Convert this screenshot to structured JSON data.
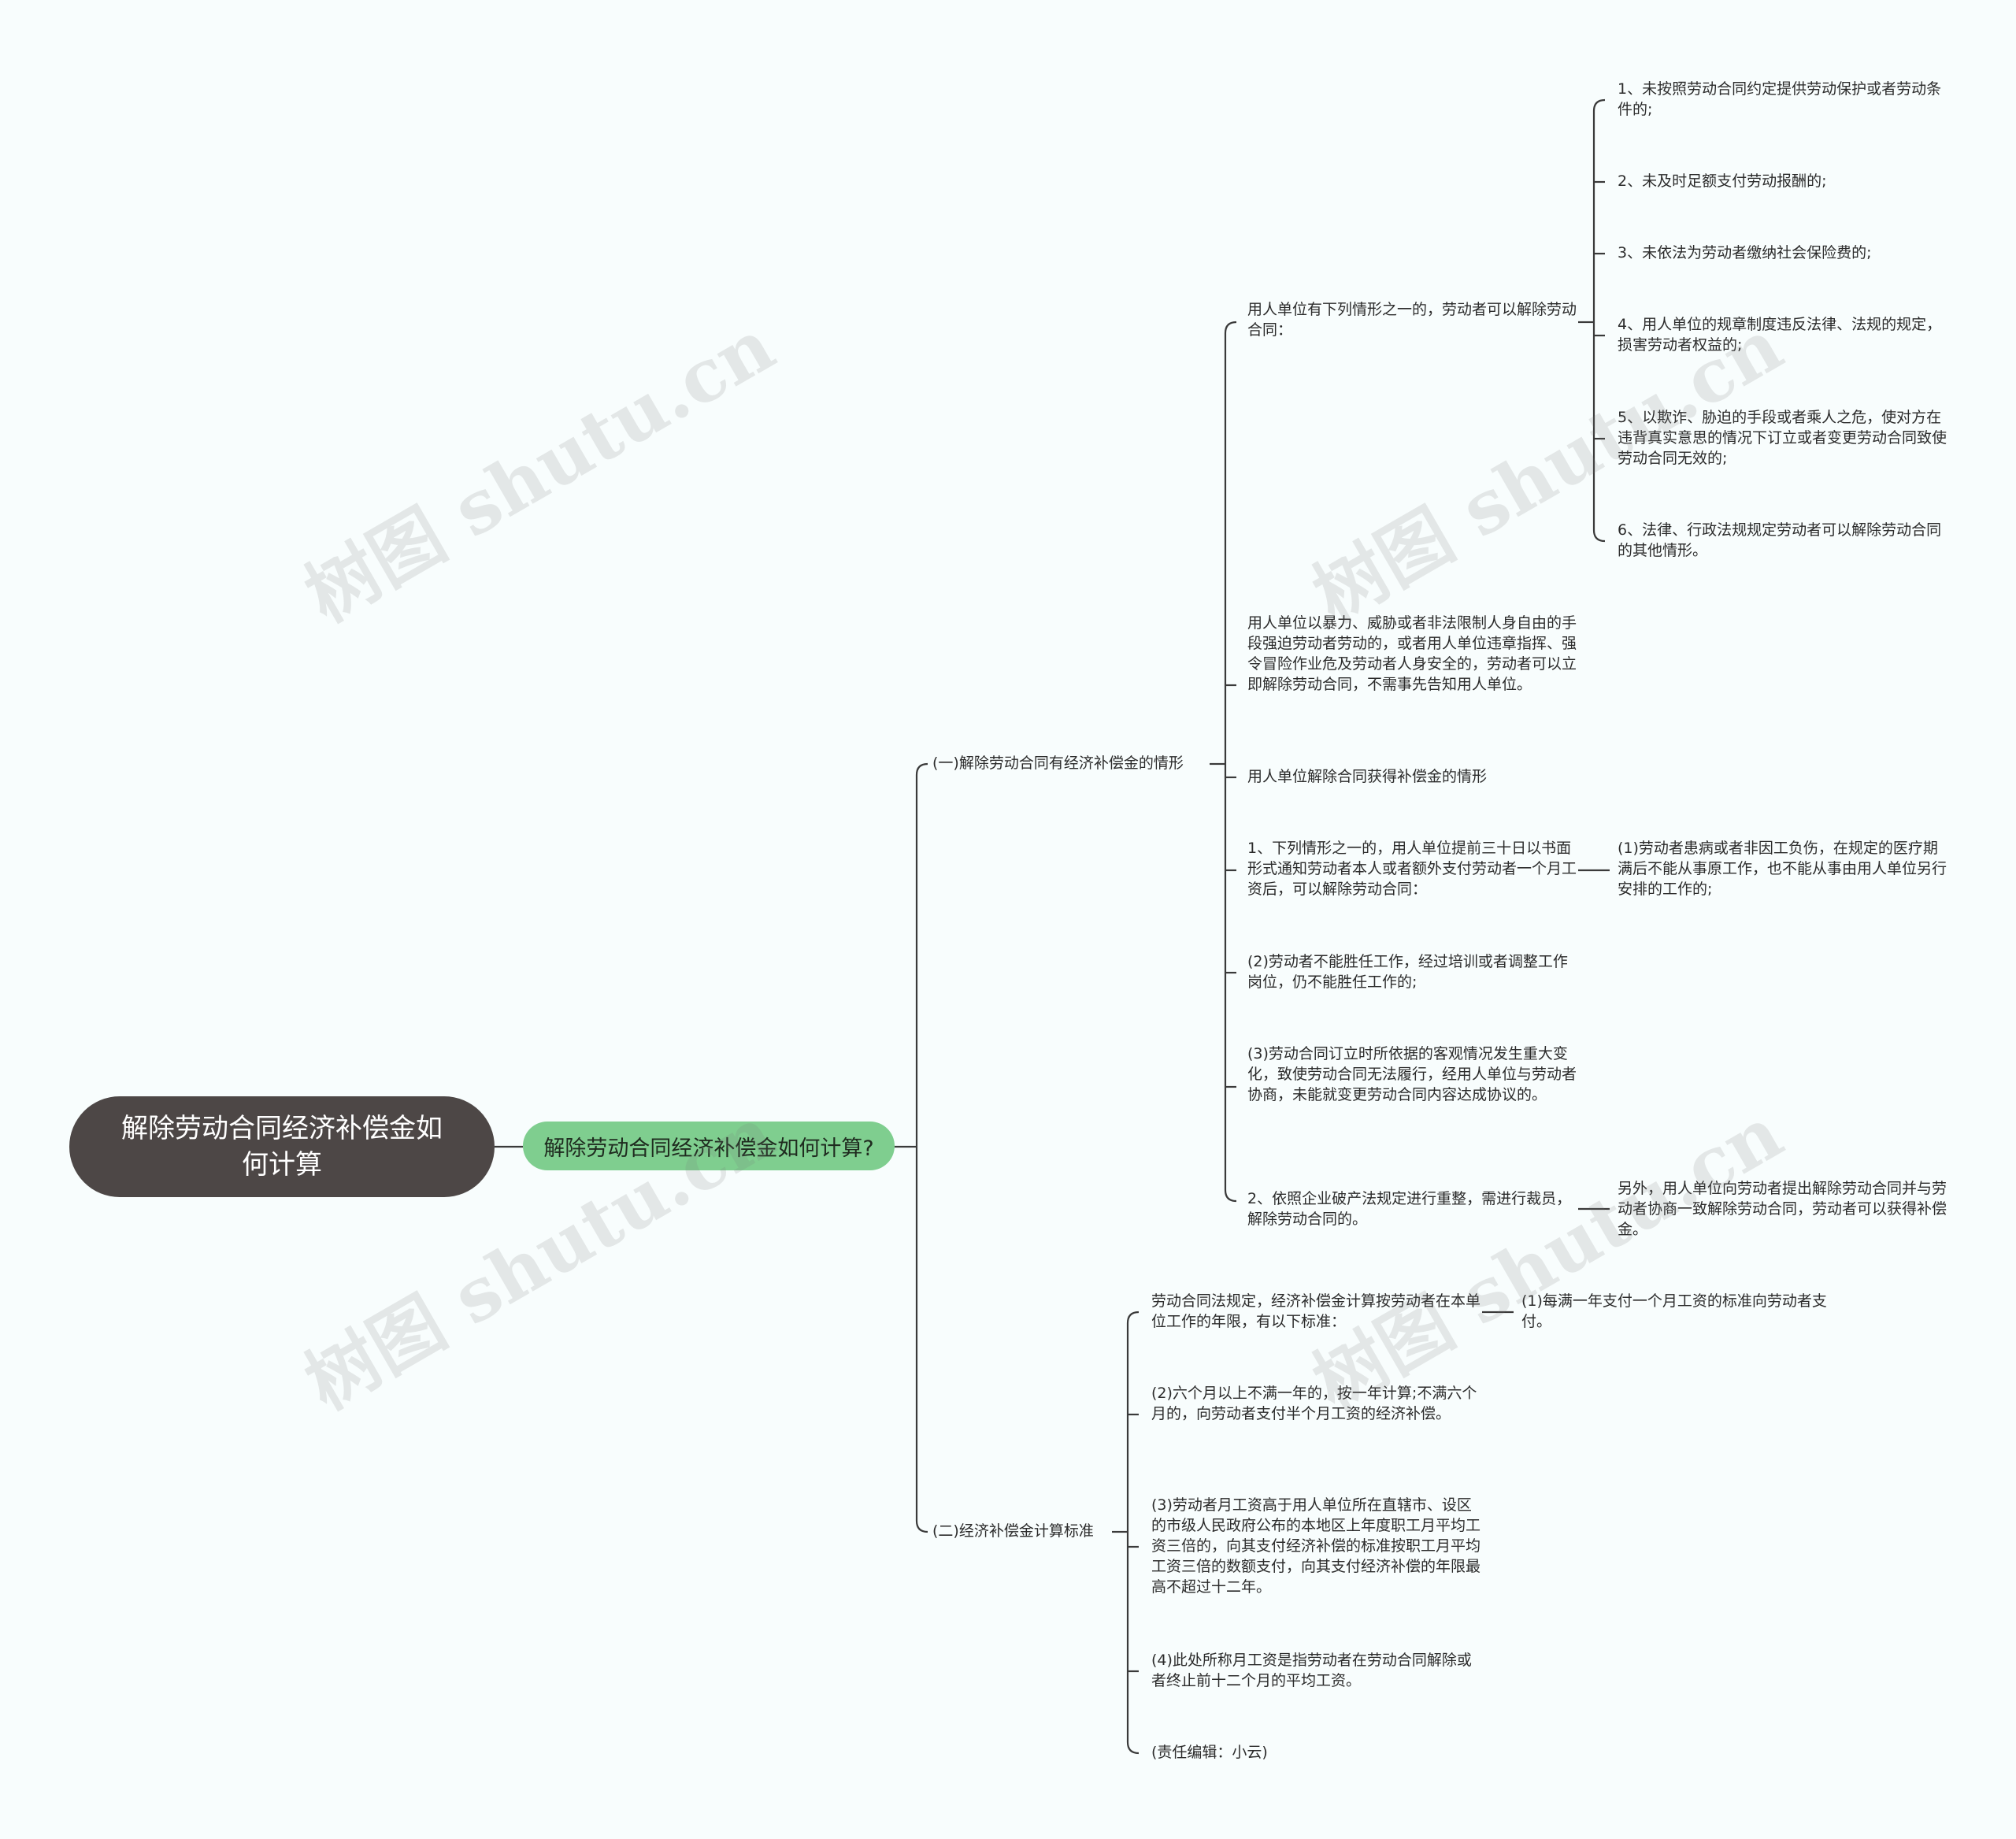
{
  "root": {
    "label": "解除劳动合同经济补偿金如何计算"
  },
  "subtopic": {
    "label": "解除劳动合同经济补偿金如何计算?"
  },
  "branches": {
    "b1": {
      "label": "(一)解除劳动合同有经济补偿金的情形"
    },
    "b2": {
      "label": "(二)经济补偿金计算标准"
    }
  },
  "nodes": {
    "n1": {
      "label": "用人单位有下列情形之一的，劳动者可以解除劳动合同："
    },
    "n1_1": {
      "label": "1、未按照劳动合同约定提供劳动保护或者劳动条件的;"
    },
    "n1_2": {
      "label": "2、未及时足额支付劳动报酬的;"
    },
    "n1_3": {
      "label": "3、未依法为劳动者缴纳社会保险费的;"
    },
    "n1_4": {
      "label": "4、用人单位的规章制度违反法律、法规的规定，损害劳动者权益的;"
    },
    "n1_5": {
      "label": "5、以欺诈、胁迫的手段或者乘人之危，使对方在违背真实意思的情况下订立或者变更劳动合同致使劳动合同无效的;"
    },
    "n1_6": {
      "label": "6、法律、行政法规规定劳动者可以解除劳动合同的其他情形。"
    },
    "n2": {
      "label": "用人单位以暴力、威胁或者非法限制人身自由的手段强迫劳动者劳动的，或者用人单位违章指挥、强令冒险作业危及劳动者人身安全的，劳动者可以立即解除劳动合同，不需事先告知用人单位。"
    },
    "n3": {
      "label": "用人单位解除合同获得补偿金的情形"
    },
    "n4": {
      "label": "1、下列情形之一的，用人单位提前三十日以书面形式通知劳动者本人或者额外支付劳动者一个月工资后，可以解除劳动合同："
    },
    "n4_1": {
      "label": "(1)劳动者患病或者非因工负伤，在规定的医疗期满后不能从事原工作，也不能从事由用人单位另行安排的工作的;"
    },
    "n5": {
      "label": "(2)劳动者不能胜任工作，经过培训或者调整工作岗位，仍不能胜任工作的;"
    },
    "n6": {
      "label": "(3)劳动合同订立时所依据的客观情况发生重大变化，致使劳动合同无法履行，经用人单位与劳动者协商，未能就变更劳动合同内容达成协议的。"
    },
    "n7": {
      "label": "2、依照企业破产法规定进行重整，需进行裁员，解除劳动合同的。"
    },
    "n7_1": {
      "label": "另外，用人单位向劳动者提出解除劳动合同并与劳动者协商一致解除劳动合同，劳动者可以获得补偿金。"
    },
    "m1": {
      "label": "劳动合同法规定，经济补偿金计算按劳动者在本单位工作的年限，有以下标准："
    },
    "m1_1": {
      "label": "(1)每满一年支付一个月工资的标准向劳动者支付。"
    },
    "m2": {
      "label": "(2)六个月以上不满一年的，按一年计算;不满六个月的，向劳动者支付半个月工资的经济补偿。"
    },
    "m3": {
      "label": "(3)劳动者月工资高于用人单位所在直辖市、设区的市级人民政府公布的本地区上年度职工月平均工资三倍的，向其支付经济补偿的标准按职工月平均工资三倍的数额支付，向其支付经济补偿的年限最高不超过十二年。"
    },
    "m4": {
      "label": "(4)此处所称月工资是指劳动者在劳动合同解除或者终止前十二个月的平均工资。"
    },
    "m5": {
      "label": "(责任编辑：小云)"
    }
  },
  "watermark": {
    "text": "树图 shutu.cn"
  },
  "colors": {
    "root_bg": "#4d4746",
    "subtopic_bg": "#7fce8f",
    "line": "#3a3a3a",
    "background": "#f8fdfd"
  }
}
